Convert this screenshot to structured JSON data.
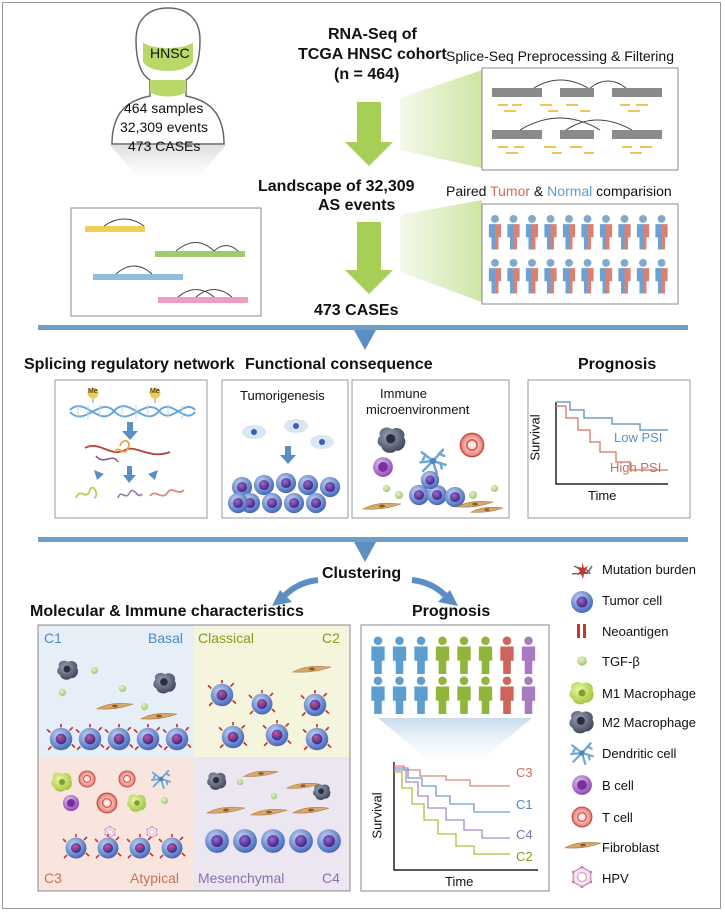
{
  "top": {
    "person_label": "HNSC",
    "samples": "464 samples",
    "events": "32,309 events",
    "cases": "473 CASEs",
    "rnaseq_title_1": "RNA-Seq of",
    "rnaseq_title_2": "TCGA HNSC cohort",
    "rnaseq_title_3": "(n = 464)",
    "spliceseq_label": "Splice-Seq Preprocessing & Filtering",
    "landscape_1": "Landscape of 32,309",
    "landscape_2": "AS events",
    "paired_prefix": "Paired ",
    "paired_tumor": "Tumor",
    "paired_mid": " & ",
    "paired_normal": "Normal",
    "paired_suffix": " comparision",
    "cases_label": "473 CASEs"
  },
  "middle": {
    "network_title": "Splicing regulatory network",
    "me_label": "Me",
    "functional_title": "Functional consequence",
    "tumorigenesis": "Tumorigenesis",
    "immune_1": "Immune",
    "immune_2": "microenvironment",
    "prognosis_title": "Prognosis",
    "survival": "Survival",
    "time": "Time",
    "low_psi": "Low PSI",
    "high_psi": "High PSI"
  },
  "bottom": {
    "clustering": "Clustering",
    "molecular_title": "Molecular & Immune characteristics",
    "c1": "C1",
    "basal": "Basal",
    "classical": "Classical",
    "c2": "C2",
    "c3": "C3",
    "atypical": "Atypical",
    "mesenchymal": "Mesenchymal",
    "c4": "C4",
    "prognosis_title": "Prognosis",
    "survival": "Survival",
    "time": "Time",
    "curve_labels": [
      "C3",
      "C1",
      "C4",
      "C2"
    ]
  },
  "legend": [
    {
      "label": "Mutation burden",
      "icon": "mutation-burden-icon"
    },
    {
      "label": "Tumor cell",
      "icon": "tumor-cell-icon"
    },
    {
      "label": "Neoantigen",
      "icon": "neoantigen-icon"
    },
    {
      "label": "TGF-β",
      "icon": "tgf-beta-icon"
    },
    {
      "label": "M1 Macrophage",
      "icon": "m1-macrophage-icon"
    },
    {
      "label": "M2 Macrophage",
      "icon": "m2-macrophage-icon"
    },
    {
      "label": "Dendritic cell",
      "icon": "dendritic-cell-icon"
    },
    {
      "label": "B cell",
      "icon": "b-cell-icon"
    },
    {
      "label": "T cell",
      "icon": "t-cell-icon"
    },
    {
      "label": "Fibroblast",
      "icon": "fibroblast-icon"
    },
    {
      "label": "HPV",
      "icon": "hpv-icon"
    }
  ],
  "colors": {
    "blue_bar": "#6f9fc9",
    "arrow_green": "#a8cf55",
    "arrow_blue": "#5b8fc4",
    "tumor_red": "#d06a5a",
    "normal_blue": "#5e9dd0",
    "c1_bg": "#e6eff7",
    "c2_bg": "#f4f5dc",
    "c3_bg": "#f8e5de",
    "c4_bg": "#ece6f1"
  }
}
